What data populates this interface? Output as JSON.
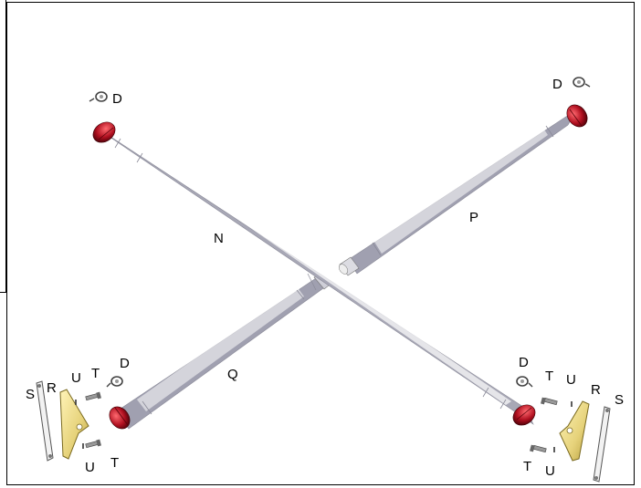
{
  "labels": {
    "shaft_n": "N",
    "shaft_p": "P",
    "shaft_q": "Q",
    "pin_top_left": "D",
    "pin_top_right": "D",
    "pin_bottom_left": "D",
    "pin_bottom_right": "D",
    "left": {
      "s": "S",
      "r": "R",
      "u_top": "U",
      "t_top": "T",
      "u_bottom": "U",
      "t_bottom": "T"
    },
    "right": {
      "t_top": "T",
      "u_top": "U",
      "r": "R",
      "s": "S",
      "t_bottom": "T",
      "u_bottom": "U"
    }
  },
  "colors": {
    "shaft_light": "#ffffff",
    "shaft_mid": "#d4d4dc",
    "shaft_dark": "#9a9aaa",
    "cap_red": "#b01020",
    "cap_dark": "#5a0008",
    "bracket_yellow": "#e6d27a",
    "bracket_edge": "#7a6a20"
  }
}
